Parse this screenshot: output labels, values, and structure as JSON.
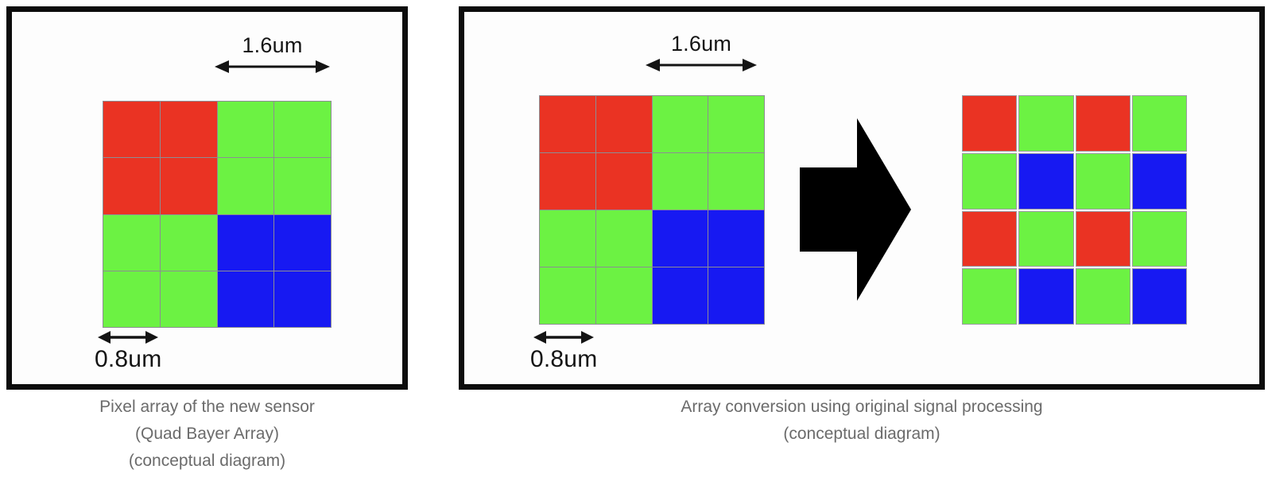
{
  "figure": {
    "title": "Quad Bayer Array conversion conceptual diagram",
    "colors": {
      "red": "#ea3323",
      "green": "#6cf243",
      "blue": "#1719f2",
      "grid_line": "#8d8d93",
      "panel_border": "#0d0d0d",
      "caption_text": "#6b6b6b",
      "label_text": "#141414",
      "arrow": "#000000",
      "background": "#ffffff"
    }
  },
  "left_panel": {
    "grid": {
      "name": "quad-bayer-array",
      "rows": 4,
      "cols": 4,
      "cells": [
        [
          "R",
          "R",
          "G",
          "G"
        ],
        [
          "R",
          "R",
          "G",
          "G"
        ],
        [
          "G",
          "G",
          "B",
          "B"
        ],
        [
          "G",
          "G",
          "B",
          "B"
        ]
      ]
    },
    "dimension_top": {
      "label": "1.6um",
      "icon": "double-headed-arrow-horizontal",
      "describes": "width of one 2x2 quad block"
    },
    "dimension_bottom": {
      "label": "0.8um",
      "icon": "double-headed-arrow-horizontal",
      "describes": "width of one pixel"
    },
    "caption_lines": [
      "Pixel array of the new sensor",
      "(Quad Bayer Array)",
      "(conceptual diagram)"
    ]
  },
  "right_panel": {
    "input_grid": {
      "name": "quad-bayer-array",
      "rows": 4,
      "cols": 4,
      "cells": [
        [
          "R",
          "R",
          "G",
          "G"
        ],
        [
          "R",
          "R",
          "G",
          "G"
        ],
        [
          "G",
          "G",
          "B",
          "B"
        ],
        [
          "G",
          "G",
          "B",
          "B"
        ]
      ]
    },
    "output_grid": {
      "name": "standard-bayer-array",
      "rows": 4,
      "cols": 4,
      "cells": [
        [
          "R",
          "G",
          "R",
          "G"
        ],
        [
          "G",
          "B",
          "G",
          "B"
        ],
        [
          "R",
          "G",
          "R",
          "G"
        ],
        [
          "G",
          "B",
          "G",
          "B"
        ]
      ]
    },
    "dimension_top": {
      "label": "1.6um",
      "icon": "double-headed-arrow-horizontal",
      "describes": "width of one 2x2 quad block"
    },
    "dimension_bottom": {
      "label": "0.8um",
      "icon": "double-headed-arrow-horizontal",
      "describes": "width of one pixel"
    },
    "conversion_arrow": {
      "icon": "thick-right-arrow",
      "direction": "right"
    },
    "caption_lines": [
      "Array conversion using original signal processing",
      "(conceptual diagram)"
    ]
  }
}
